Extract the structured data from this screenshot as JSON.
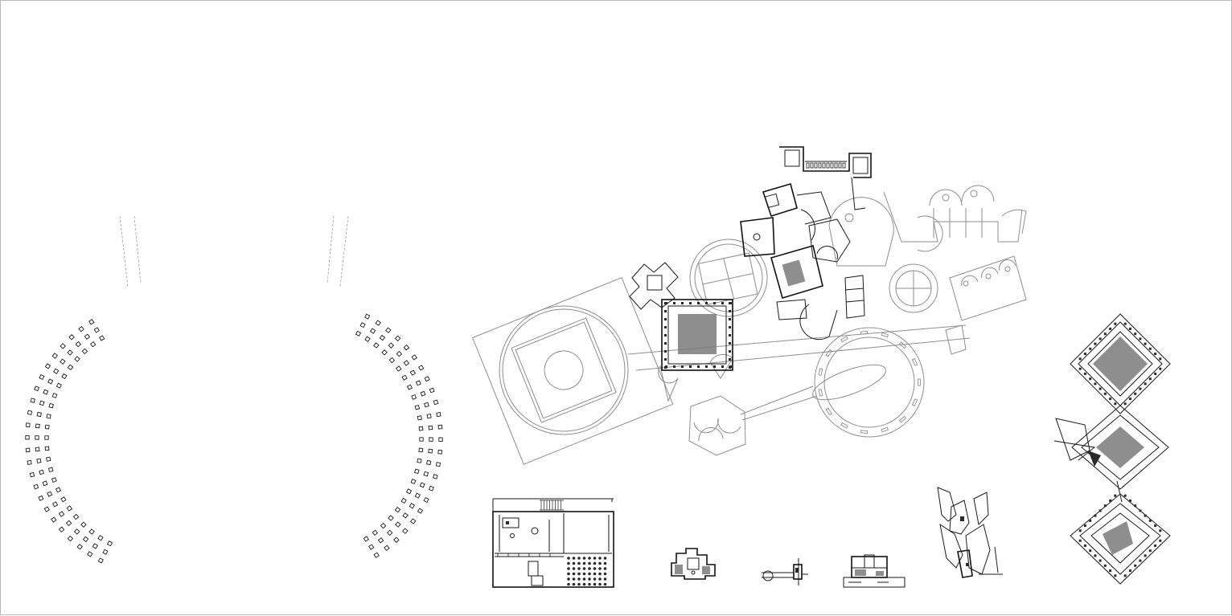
{
  "canvas": {
    "background": "#ffffff",
    "border_color": "#b8b8b8",
    "line_dark": "#1a1a1a",
    "line_grey": "#8e8e8e"
  },
  "drawings": [
    {
      "id": "colonnade-left",
      "kind": "column ring plan (left half)"
    },
    {
      "id": "colonnade-right",
      "kind": "column ring plan (right half)"
    },
    {
      "id": "villa-complex",
      "kind": "site plan"
    },
    {
      "id": "house-plan",
      "kind": "floor plan"
    },
    {
      "id": "small-plan-a",
      "kind": "floor plan"
    },
    {
      "id": "small-plan-b",
      "kind": "floor plan"
    },
    {
      "id": "small-plan-c",
      "kind": "floor plan"
    },
    {
      "id": "fragment-plan",
      "kind": "floor plan"
    },
    {
      "id": "diamond-stack",
      "kind": "plan stack"
    }
  ]
}
